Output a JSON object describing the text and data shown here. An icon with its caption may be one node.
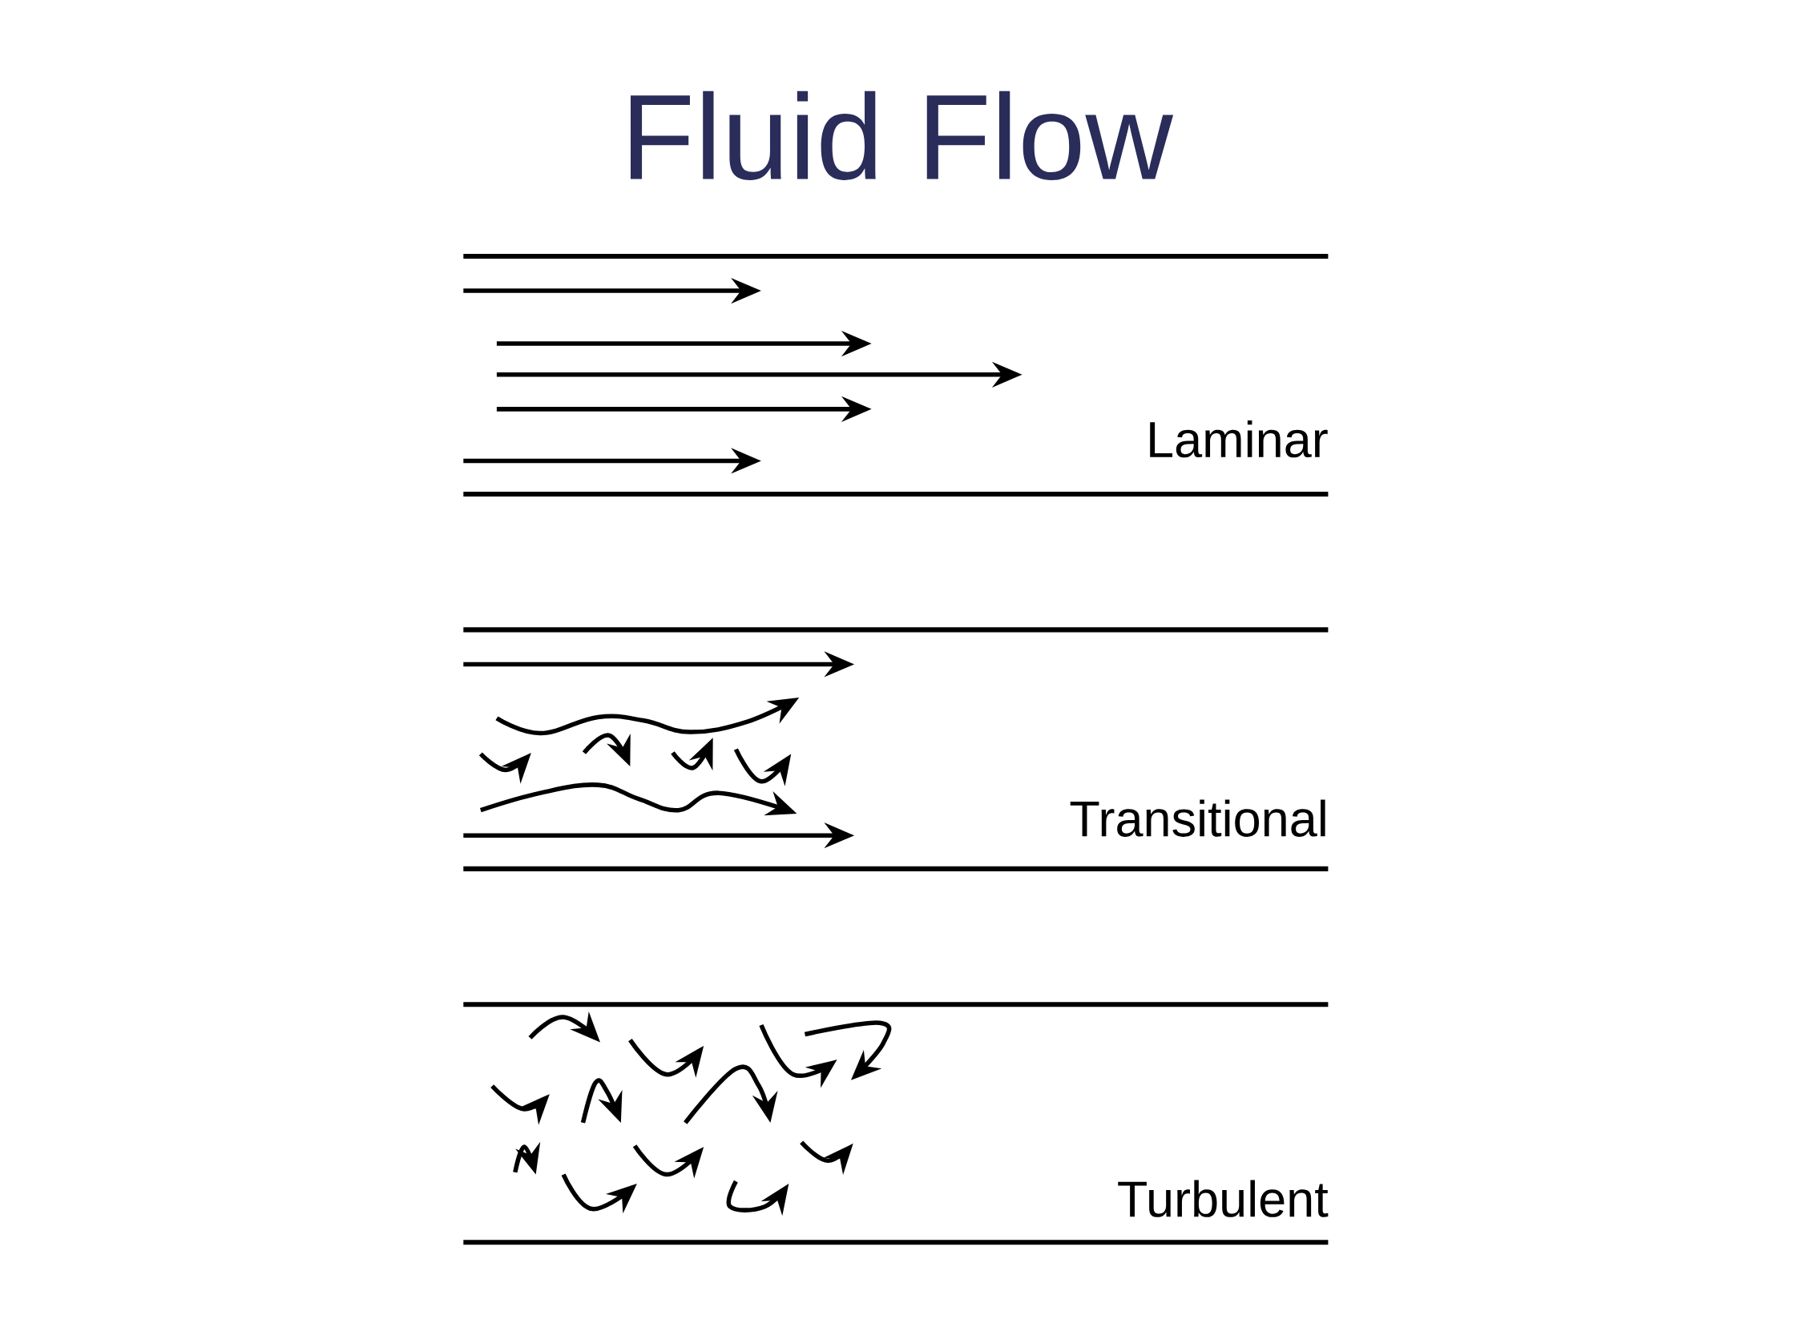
{
  "diagram": {
    "title": "Fluid Flow",
    "labels": [
      "Laminar",
      "Transitional",
      "Turbulent"
    ]
  }
}
